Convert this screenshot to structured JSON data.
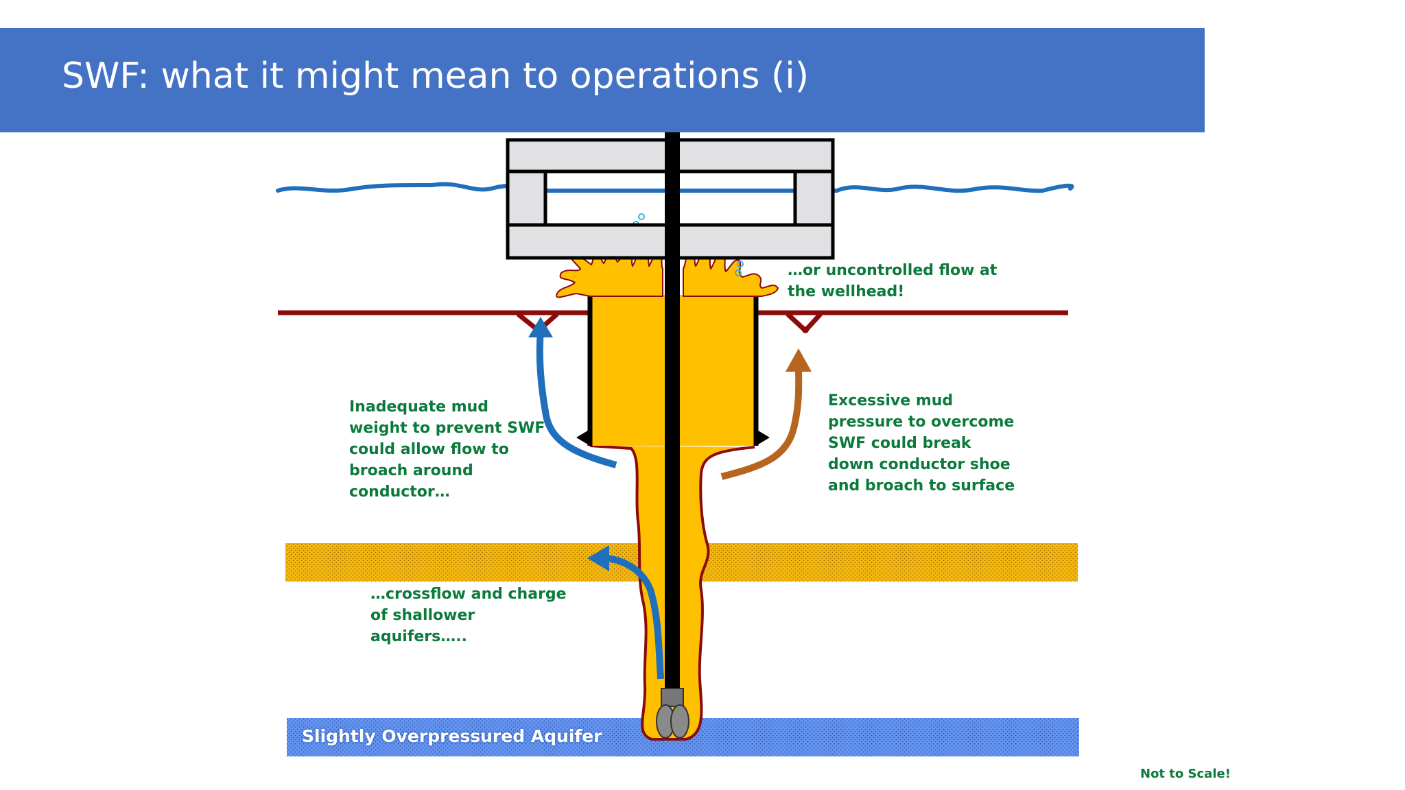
{
  "slide": {
    "title": "SWF: what it might mean to operations (i)",
    "footer_note": "Not to Scale!"
  },
  "diagram": {
    "labels": {
      "wellhead_flow_line1": "…or uncontrolled flow at",
      "wellhead_flow_line2": "the wellhead!",
      "inadequate_line1": "Inadequate mud",
      "inadequate_line2": "weight to prevent SWF",
      "inadequate_line3": "could allow flow to",
      "inadequate_line4": "broach around",
      "inadequate_line5": "conductor…",
      "excessive_line1": "Excessive  mud",
      "excessive_line2": "pressure to overcome",
      "excessive_line3": "SWF could break",
      "excessive_line4": "down conductor shoe",
      "excessive_line5": "and broach to surface",
      "crossflow_line1": "…crossflow and charge",
      "crossflow_line2": "of shallower",
      "crossflow_line3": "aquifers…..",
      "aquifer": "Slightly Overpressured  Aquifer"
    },
    "colors": {
      "title_bar": "#4472c4",
      "sea_line": "#1f6fbd",
      "seabed": "#8b0a0a",
      "flow_yellow": "#ffc000",
      "blue_arrow": "#1f6fbd",
      "brown_arrow": "#b5651d",
      "aquifer_blue": "#5b8ef0",
      "shallow_aquifer": "#f2b21a",
      "note_text": "#0b7a3b"
    }
  }
}
